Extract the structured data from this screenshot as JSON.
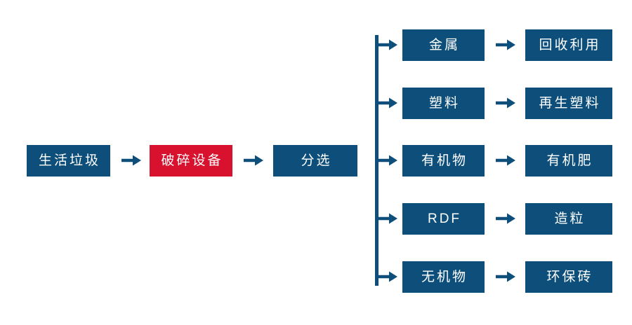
{
  "diagram": {
    "type": "flowchart",
    "colors": {
      "node_blue": "#0d4f7a",
      "node_red": "#d8112e",
      "arrow_blue": "#0d4f7a",
      "text": "#ffffff",
      "background": "#ffffff"
    },
    "main_chain": [
      {
        "label": "生活垃圾",
        "style": "blue"
      },
      {
        "label": "破碎设备",
        "style": "red"
      },
      {
        "label": "分选",
        "style": "blue"
      }
    ],
    "branches": [
      {
        "material": "金属",
        "output": "回收利用"
      },
      {
        "material": "塑料",
        "output": "再生塑料"
      },
      {
        "material": "有机物",
        "output": "有机肥"
      },
      {
        "material": "RDF",
        "output": "造粒"
      },
      {
        "material": "无机物",
        "output": "环保砖"
      }
    ]
  }
}
